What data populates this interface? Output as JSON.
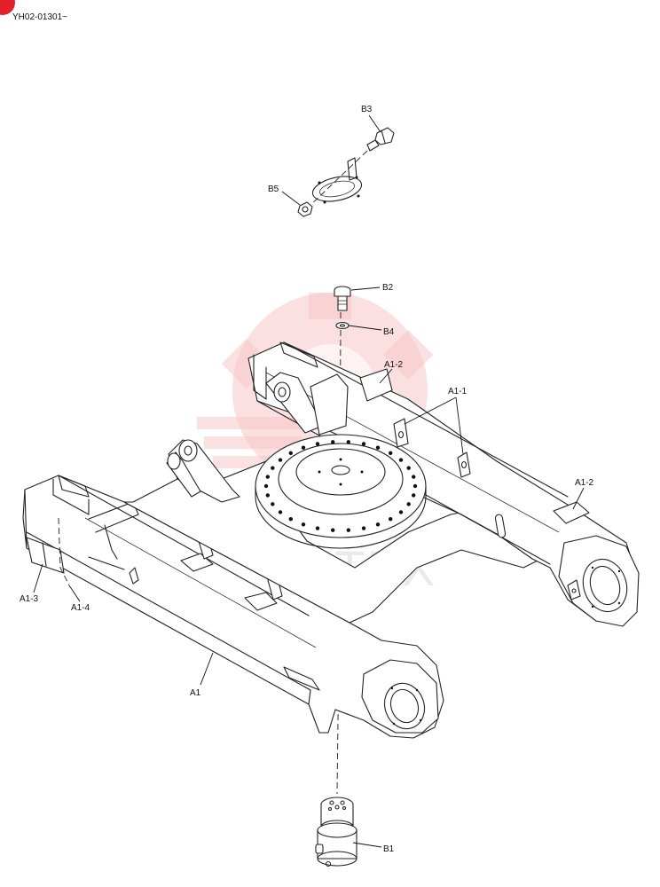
{
  "header": {
    "serial_range": "YH02-01301~"
  },
  "watermark": {
    "text": "WHTEX",
    "gear_color": "#f28c8f"
  },
  "labels": {
    "b3": "B3",
    "b5": "B5",
    "b2": "B2",
    "b4": "B4",
    "a1_2_top": "A1-2",
    "a1_1": "A1-1",
    "a1_2_right": "A1-2",
    "a1_3": "A1-3",
    "a1_4": "A1-4",
    "a1": "A1",
    "b1": "B1"
  },
  "colors": {
    "line": "#222222",
    "badge": "#e2202c"
  }
}
